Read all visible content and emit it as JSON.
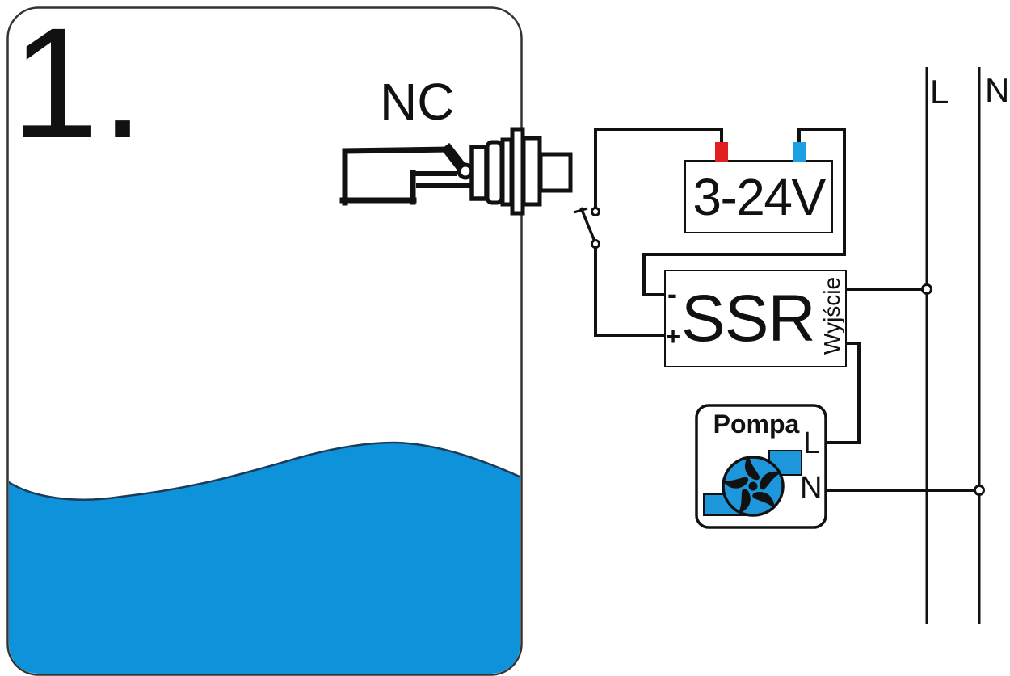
{
  "colors": {
    "wire": "#111111",
    "water_blue": "#0E93DA",
    "pump_blue": "#1E96DB",
    "terminal_red": "#E01F1F",
    "terminal_blue": "#1BA0E4",
    "water_outline": "#1D3C5C",
    "tank_border": "#333333"
  },
  "tank": {
    "step_label": "1.",
    "sensor_label": "NC"
  },
  "circuit": {
    "power_supply_label": "3-24V",
    "ssr": {
      "label": "SSR",
      "minus_label": "-",
      "plus_label": "+",
      "output_label": "Wyjście"
    },
    "pump": {
      "label": "Pompa",
      "live_label": "L",
      "neutral_label": "N"
    },
    "mains": {
      "live_label": "L",
      "neutral_label": "N"
    }
  }
}
